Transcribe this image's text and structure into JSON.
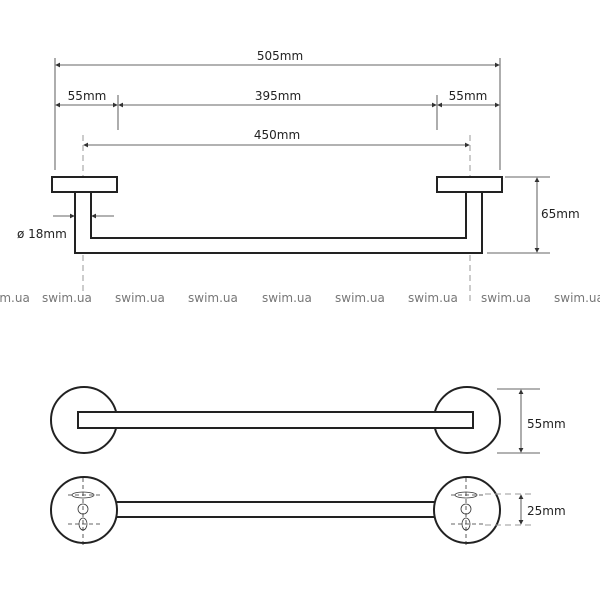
{
  "dimensions": {
    "total_length": "505mm",
    "left_margin": "55mm",
    "middle_length": "395mm",
    "right_margin": "55mm",
    "center_distance": "450mm",
    "tube_diameter": "ø 18mm",
    "projection": "65mm",
    "flange_diameter": "55mm",
    "tube_height": "25mm"
  },
  "watermark": {
    "partial": "im.ua",
    "text": "swim.ua"
  }
}
